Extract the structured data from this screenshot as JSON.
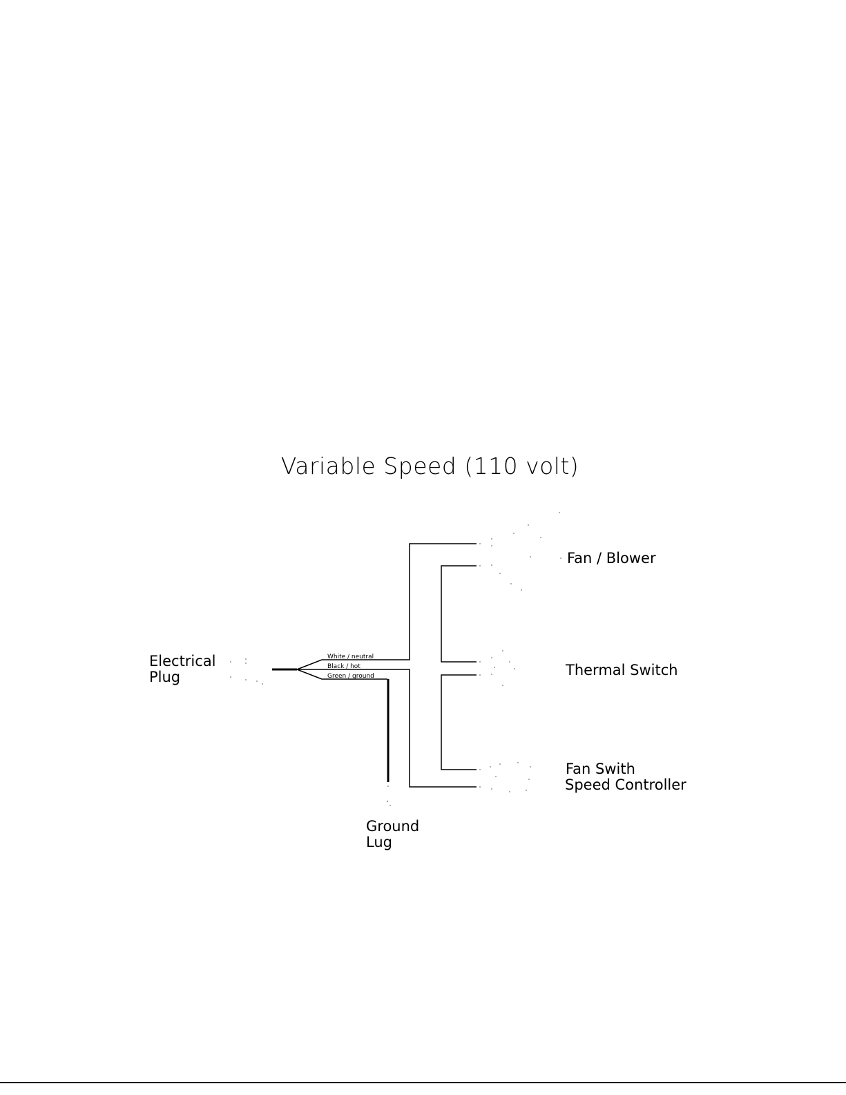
{
  "title": "Variable Speed (110 volt)",
  "components": {
    "plug": [
      "Electrical",
      "Plug"
    ],
    "fan": "Fan / Blower",
    "thermal": "Thermal Switch",
    "controller": [
      "Fan Swith",
      "Speed Controller"
    ],
    "ground": [
      "Ground",
      "Lug"
    ]
  },
  "wires": {
    "white": "White / neutral",
    "black": "Black / hot",
    "green": "Green / ground"
  },
  "colors": {
    "line": "#000000",
    "faint_symbol": "#9a9a9a",
    "background": "#ffffff"
  }
}
